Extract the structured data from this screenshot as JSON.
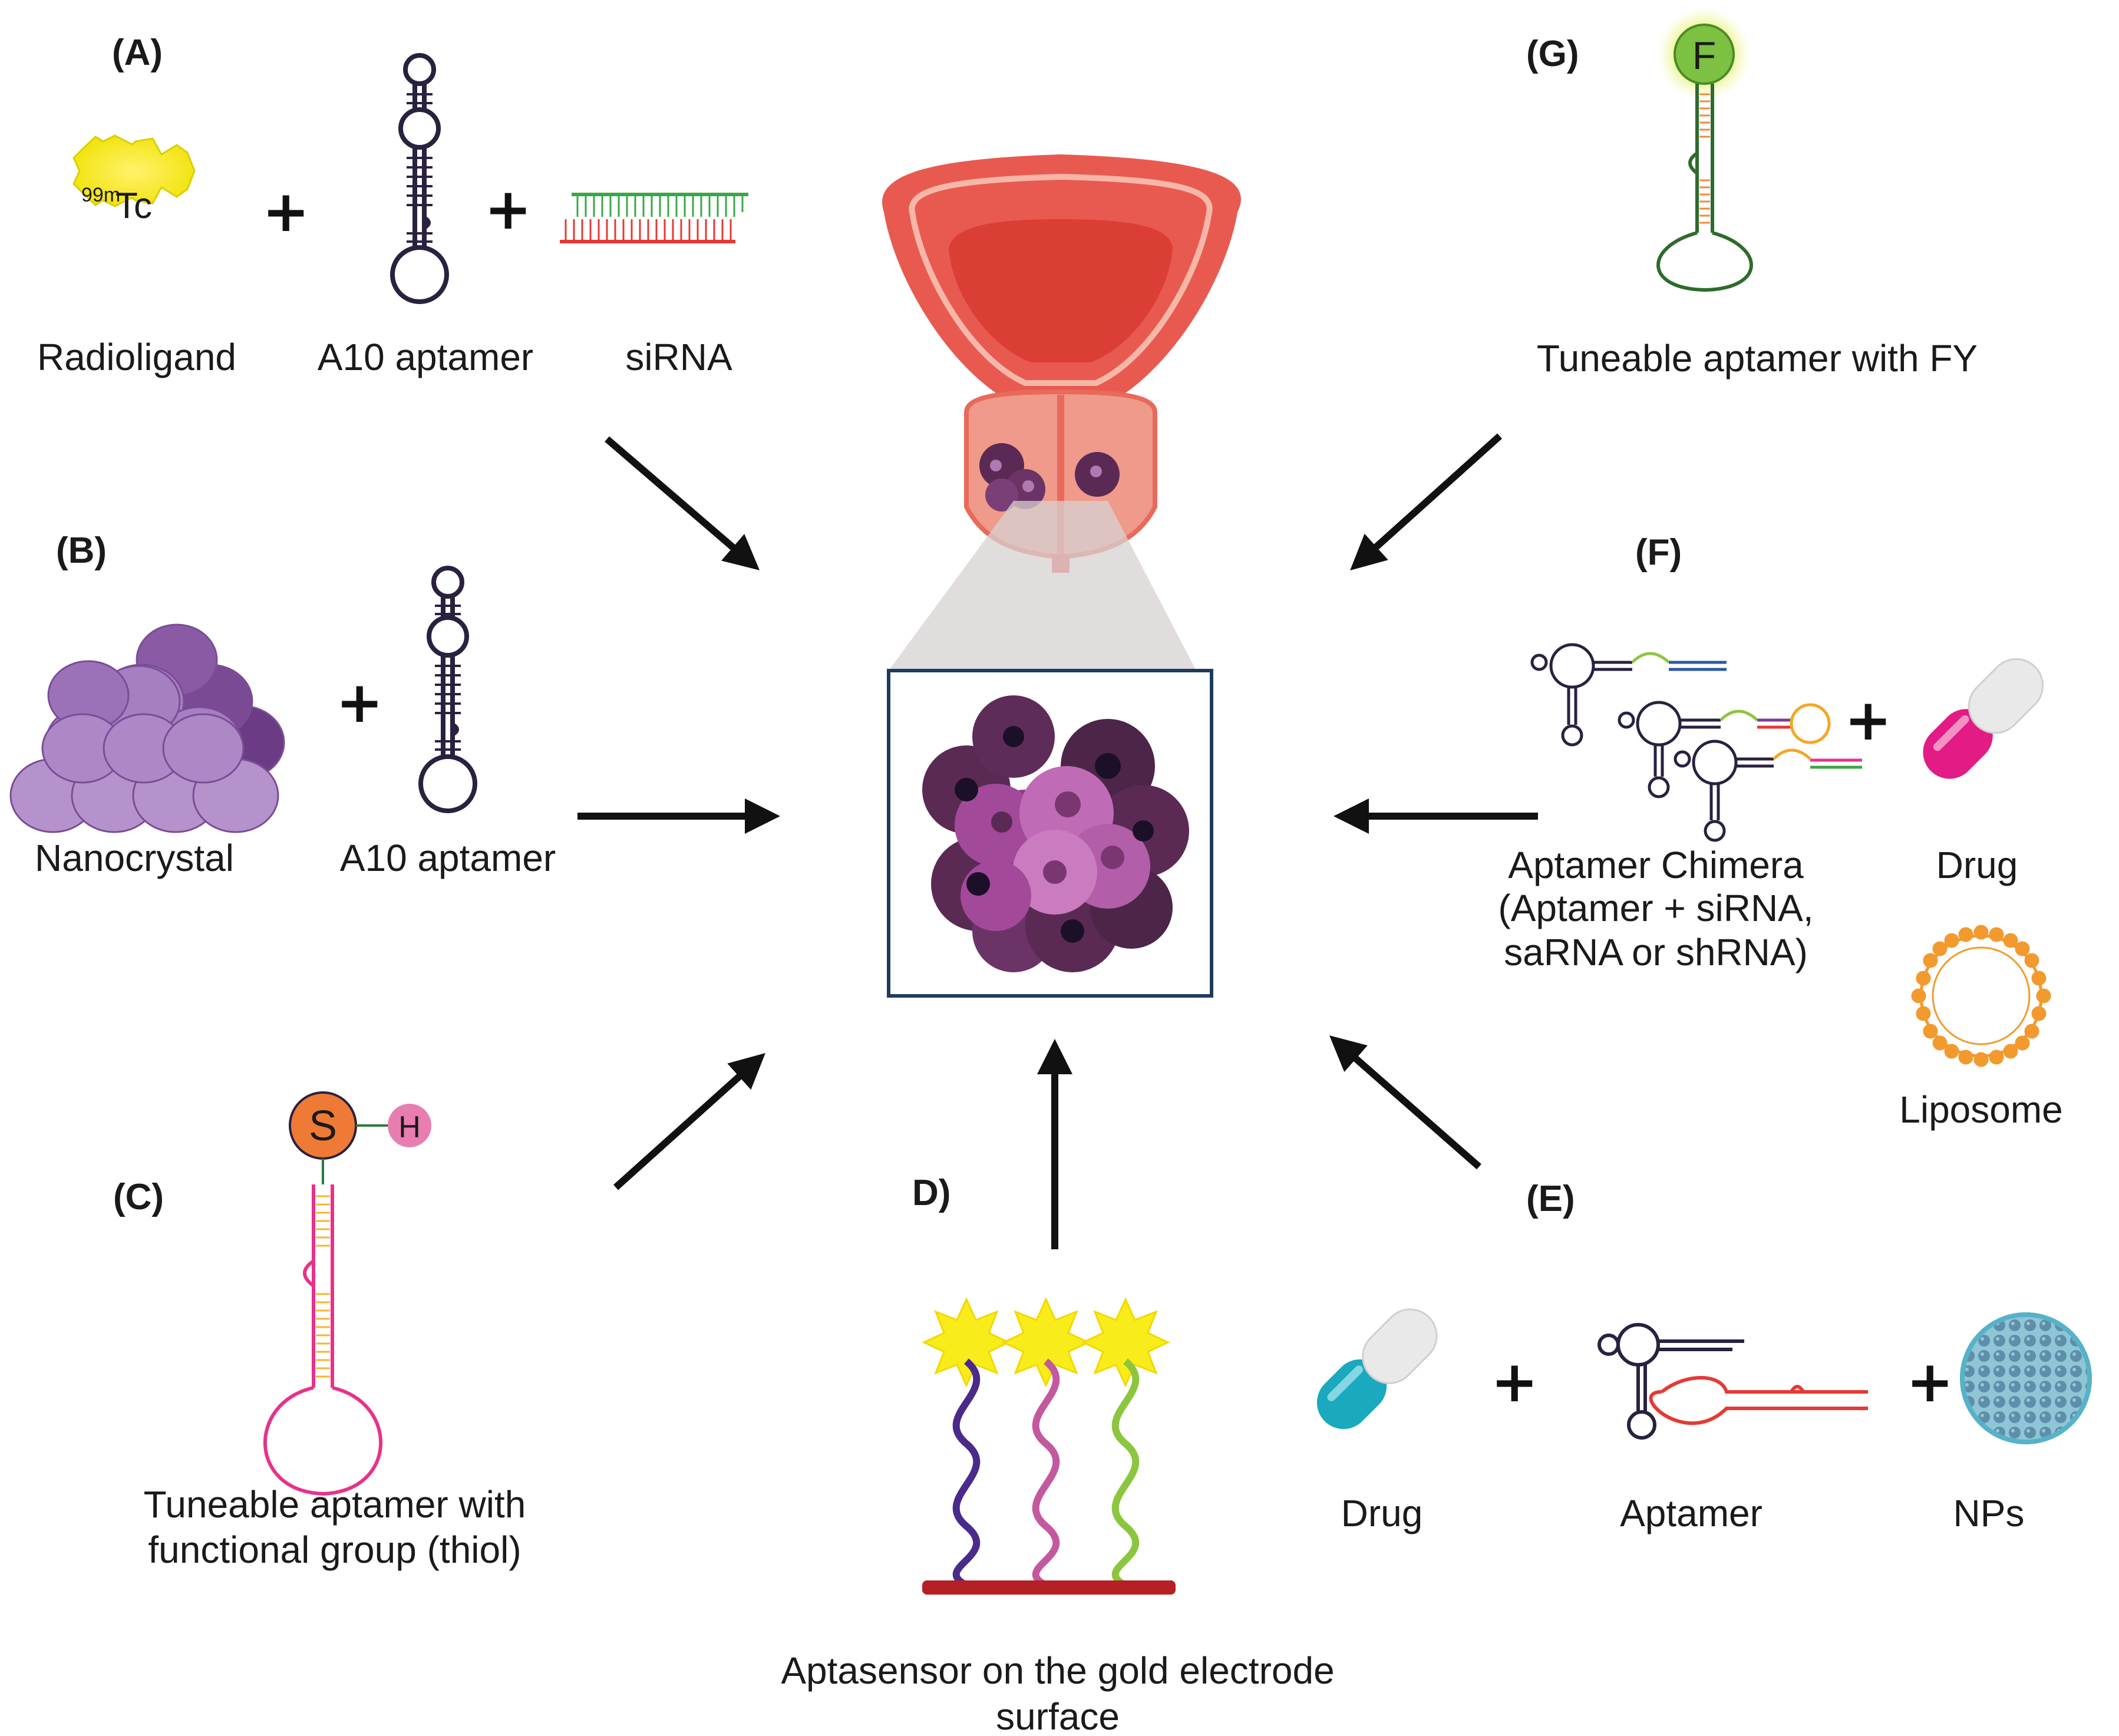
{
  "panels": {
    "a": {
      "id": "(A)",
      "radioligand_badge": {
        "superscript": "99m",
        "element": "Tc"
      },
      "labels": [
        "Radioligand",
        "A10 aptamer",
        "siRNA"
      ]
    },
    "b": {
      "id": "(B)",
      "labels": [
        "Nanocrystal",
        "A10 aptamer"
      ]
    },
    "c": {
      "id": "(C)",
      "thiol": {
        "s": "S",
        "h": "H"
      },
      "label_lines": [
        "Tuneable aptamer with",
        "functional group (thiol)"
      ]
    },
    "d": {
      "id": "D)",
      "label_lines": [
        "Aptasensor on the gold electrode",
        "surface"
      ]
    },
    "e": {
      "id": "(E)",
      "labels": [
        "Drug",
        "Aptamer",
        "NPs"
      ]
    },
    "f": {
      "id": "(F)",
      "chimera_lines": [
        "Aptamer Chimera",
        "(Aptamer + siRNA,",
        "saRNA or shRNA)"
      ],
      "drug_label": "Drug",
      "liposome_label": "Liposome"
    },
    "g": {
      "id": "(G)",
      "fluor": "F",
      "label": "Tuneable aptamer with FY"
    }
  },
  "plus_sign": "+",
  "colors": {
    "aptamer_dark": "#2a2140",
    "bladder": "#e85a4f",
    "prostate": "#ef9a8a",
    "tumor": "#5a2a55",
    "siRNA_green": "#3aa845",
    "siRNA_red": "#e53935",
    "thiol_orange": "#ef7a36",
    "thiol_pink": "#e87db0",
    "aptamer_pink": "#e8318a",
    "fluor_green": "#7cc142",
    "capsule_cyan": "#1aa9be",
    "capsule_magenta": "#e31b84",
    "liposome_orange": "#f29a2e",
    "np_blue": "#6fa0b8",
    "electrode": "#b52024",
    "wire_purple": "#4a2a8a",
    "wire_pink": "#c4589e",
    "wire_green": "#8cc63f",
    "star_yellow": "#f9ec1b"
  }
}
